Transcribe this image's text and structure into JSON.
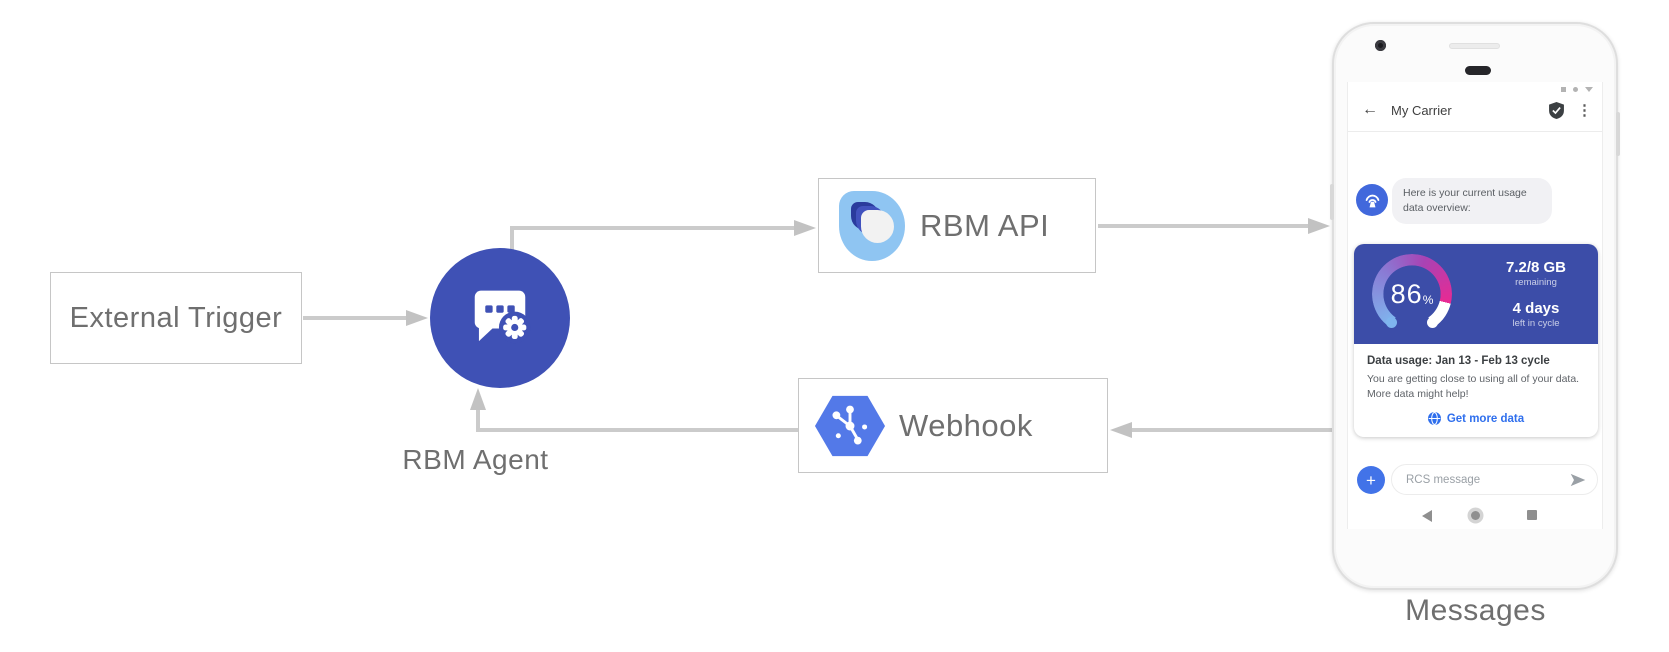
{
  "diagram": {
    "external_trigger_label": "External Trigger",
    "rbm_agent_label": "RBM Agent",
    "rbm_api_label": "RBM API",
    "webhook_label": "Webhook",
    "messages_label": "Messages"
  },
  "phone": {
    "header": {
      "title": "My Carrier"
    },
    "icons": {
      "back": "←",
      "overflow_menu": "⋮",
      "plus": "+"
    },
    "chat": {
      "bubble_text": "Here is your current usage data overview:",
      "usage_card": {
        "percent_value": "86",
        "percent_unit": "%",
        "remaining_value": "7.2/8 GB",
        "remaining_label": "remaining",
        "cycle_value": "4 days",
        "cycle_label": "left in cycle",
        "title": "Data usage: Jan 13 - Feb 13 cycle",
        "body": "You are getting close to using all of your data. More data might help!",
        "link_label": "Get more data"
      }
    },
    "compose": {
      "placeholder": "RCS message"
    }
  },
  "colors": {
    "agent_circle_blue": "#3F51B5",
    "card_blue": "#3C4DA8",
    "gauge_start_blue": "#7FB5EE",
    "gauge_mid_purple": "#A843B4",
    "gauge_end_pink": "#E82A93",
    "link_blue": "#2F6FED",
    "hexagon_blue": "#5379E8",
    "api_logo_light_blue": "#8FC5F2",
    "arrow_gray": "#C9C9C9"
  }
}
